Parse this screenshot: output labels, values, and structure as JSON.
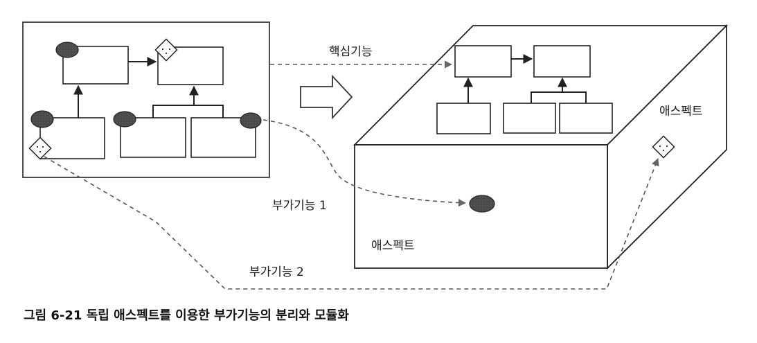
{
  "labels": {
    "core_function": "핵심기능",
    "aspect_top": "애스펙트",
    "aspect_front": "애스펙트",
    "additional_function_1": "부가기능 1",
    "additional_function_2": "부가기능 2"
  },
  "caption": "그림 6-21 독립 애스펙트를 이용한 부가기능의 분리와 모듈화",
  "colors": {
    "ellipse_fill": "#4a4a4a",
    "line": "#222222",
    "dashed_line": "#555555",
    "background": "#ffffff"
  }
}
